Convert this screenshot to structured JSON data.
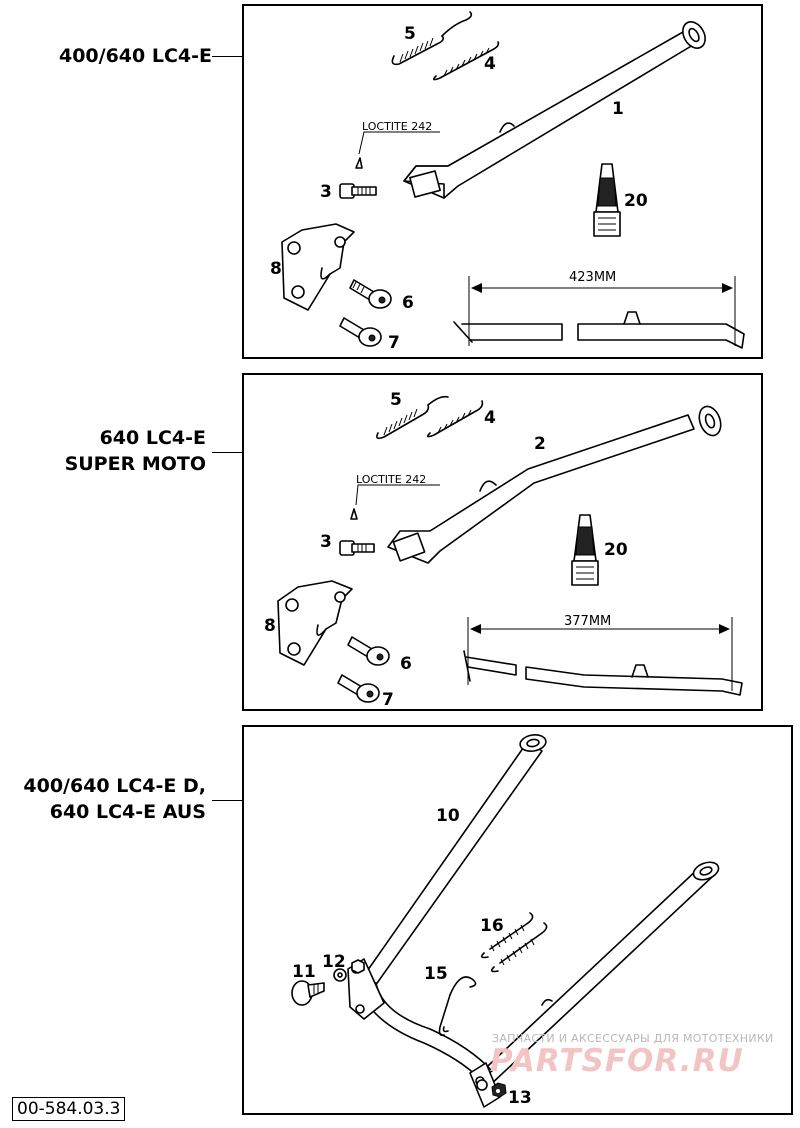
{
  "sections": [
    {
      "model_label_lines": [
        "400/640 LC4-E"
      ],
      "callouts": {
        "stand": "1",
        "bolt": "3",
        "spring_small": "4",
        "spring_large": "5",
        "screw_a": "6",
        "screw_b": "7",
        "bracket": "8",
        "loctite_tube": "20"
      },
      "loctite_note": "LOCTITE 242",
      "dimension": "423MM"
    },
    {
      "model_label_lines": [
        "640 LC4-E",
        "SUPER MOTO"
      ],
      "callouts": {
        "stand": "2",
        "bolt": "3",
        "spring_small": "4",
        "spring_large": "5",
        "screw_a": "6",
        "screw_b": "7",
        "bracket": "8",
        "loctite_tube": "20"
      },
      "loctite_note": "LOCTITE 242",
      "dimension": "377MM"
    },
    {
      "model_label_lines": [
        "400/640 LC4-E D,",
        "640 LC4-E AUS"
      ],
      "callouts": {
        "center_stand": "10",
        "knob": "11",
        "washer": "12",
        "nut": "13",
        "spring_clip": "15",
        "springs": "16"
      }
    }
  ],
  "document_code": "00-584.03.3",
  "watermark": {
    "subtitle": "ЗАПЧАСТИ И АКСЕССУАРЫ ДЛЯ МОТОТЕХНИКИ",
    "logo": "PARTSFOR.RU",
    "logo_color": "#f2c4c4"
  }
}
